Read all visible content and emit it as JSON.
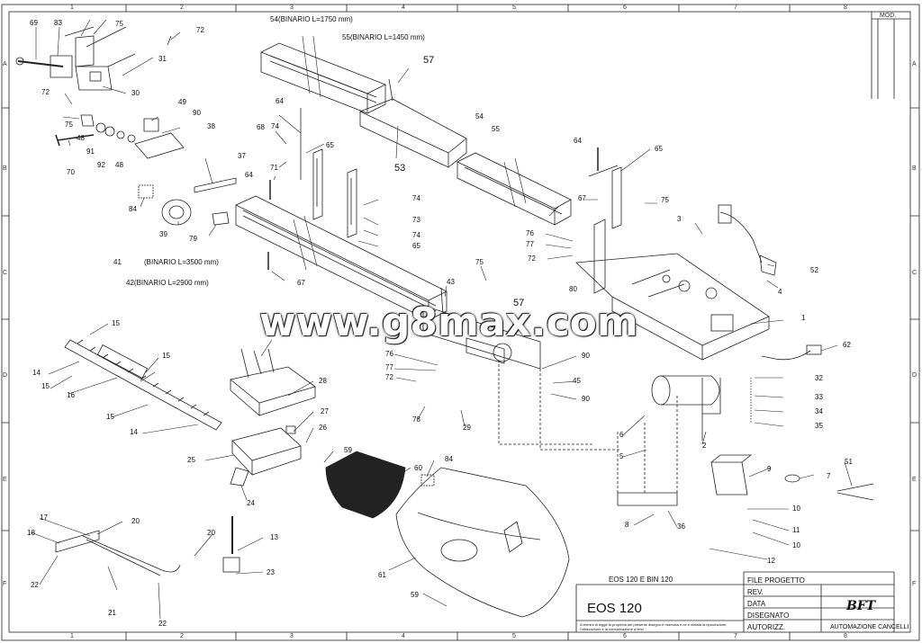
{
  "rulers": {
    "columns": [
      "1",
      "2",
      "3",
      "4",
      "5",
      "6",
      "7",
      "8"
    ],
    "rows": [
      "A",
      "B",
      "C",
      "D",
      "E",
      "F"
    ]
  },
  "mod_label": "MOD.",
  "rail_labels": {
    "binario_1750": "54(BINARIO L=1750 mm)",
    "binario_1450": "55(BINARIO L=1450 mm)",
    "binario_3500": "(BINARIO L=3500 mm)",
    "binario_2900": "42(BINARIO L=2900 mm)"
  },
  "part_numbers": [
    {
      "id": "p69",
      "text": "69"
    },
    {
      "id": "p83",
      "text": "83"
    },
    {
      "id": "p75a",
      "text": "75"
    },
    {
      "id": "p72a",
      "text": "72"
    },
    {
      "id": "p31",
      "text": "31"
    },
    {
      "id": "p72b",
      "text": "72"
    },
    {
      "id": "p30",
      "text": "30"
    },
    {
      "id": "p75b",
      "text": "75"
    },
    {
      "id": "p49",
      "text": "49"
    },
    {
      "id": "p90a",
      "text": "90"
    },
    {
      "id": "p38",
      "text": "38"
    },
    {
      "id": "p48a",
      "text": "48"
    },
    {
      "id": "p91",
      "text": "91"
    },
    {
      "id": "p92",
      "text": "92"
    },
    {
      "id": "p48b",
      "text": "48"
    },
    {
      "id": "p70",
      "text": "70"
    },
    {
      "id": "p37",
      "text": "37"
    },
    {
      "id": "p84a",
      "text": "84"
    },
    {
      "id": "p39",
      "text": "39"
    },
    {
      "id": "p79",
      "text": "79"
    },
    {
      "id": "p41",
      "text": "41"
    },
    {
      "id": "p57a",
      "text": "57"
    },
    {
      "id": "p53",
      "text": "53"
    },
    {
      "id": "p64a",
      "text": "64"
    },
    {
      "id": "p68",
      "text": "68"
    },
    {
      "id": "p74a",
      "text": "74"
    },
    {
      "id": "p71",
      "text": "71"
    },
    {
      "id": "p65a",
      "text": "65"
    },
    {
      "id": "p64b",
      "text": "64"
    },
    {
      "id": "p74b",
      "text": "74"
    },
    {
      "id": "p73",
      "text": "73"
    },
    {
      "id": "p74c",
      "text": "74"
    },
    {
      "id": "p65b",
      "text": "65"
    },
    {
      "id": "p67a",
      "text": "67"
    },
    {
      "id": "p54",
      "text": "54"
    },
    {
      "id": "p55",
      "text": "55"
    },
    {
      "id": "p64c",
      "text": "64"
    },
    {
      "id": "p65c",
      "text": "65"
    },
    {
      "id": "p67b",
      "text": "67"
    },
    {
      "id": "p75c",
      "text": "75"
    },
    {
      "id": "p3",
      "text": "3"
    },
    {
      "id": "p76a",
      "text": "76"
    },
    {
      "id": "p77a",
      "text": "77"
    },
    {
      "id": "p72c",
      "text": "72"
    },
    {
      "id": "p75d",
      "text": "75"
    },
    {
      "id": "p43",
      "text": "43"
    },
    {
      "id": "p57b",
      "text": "57"
    },
    {
      "id": "p80",
      "text": "80"
    },
    {
      "id": "p52",
      "text": "52"
    },
    {
      "id": "p4",
      "text": "4"
    },
    {
      "id": "p1",
      "text": "1"
    },
    {
      "id": "p62",
      "text": "62"
    },
    {
      "id": "p15a",
      "text": "15"
    },
    {
      "id": "p15b",
      "text": "15"
    },
    {
      "id": "p14a",
      "text": "14"
    },
    {
      "id": "p15c",
      "text": "15"
    },
    {
      "id": "p16",
      "text": "16"
    },
    {
      "id": "p15d",
      "text": "15"
    },
    {
      "id": "p14b",
      "text": "14"
    },
    {
      "id": "p28",
      "text": "28"
    },
    {
      "id": "p27",
      "text": "27"
    },
    {
      "id": "p26",
      "text": "26"
    },
    {
      "id": "p25",
      "text": "25"
    },
    {
      "id": "p24",
      "text": "24"
    },
    {
      "id": "p76b",
      "text": "76"
    },
    {
      "id": "p77b",
      "text": "77"
    },
    {
      "id": "p72d",
      "text": "72"
    },
    {
      "id": "p90b",
      "text": "90"
    },
    {
      "id": "p45",
      "text": "45"
    },
    {
      "id": "p90c",
      "text": "90"
    },
    {
      "id": "p78",
      "text": "78"
    },
    {
      "id": "p29",
      "text": "29"
    },
    {
      "id": "p32",
      "text": "32"
    },
    {
      "id": "p33",
      "text": "33"
    },
    {
      "id": "p34",
      "text": "34"
    },
    {
      "id": "p35",
      "text": "35"
    },
    {
      "id": "p6",
      "text": "6"
    },
    {
      "id": "p2",
      "text": "2"
    },
    {
      "id": "p5",
      "text": "5"
    },
    {
      "id": "p9",
      "text": "9"
    },
    {
      "id": "p7",
      "text": "7"
    },
    {
      "id": "p51",
      "text": "51"
    },
    {
      "id": "p8",
      "text": "8"
    },
    {
      "id": "p36",
      "text": "36"
    },
    {
      "id": "p10a",
      "text": "10"
    },
    {
      "id": "p11",
      "text": "11"
    },
    {
      "id": "p10b",
      "text": "10"
    },
    {
      "id": "p12",
      "text": "12"
    },
    {
      "id": "p59a",
      "text": "59"
    },
    {
      "id": "p60",
      "text": "60"
    },
    {
      "id": "p84b",
      "text": "84"
    },
    {
      "id": "p61",
      "text": "61"
    },
    {
      "id": "p59b",
      "text": "59"
    },
    {
      "id": "p17",
      "text": "17"
    },
    {
      "id": "p20a",
      "text": "20"
    },
    {
      "id": "p18",
      "text": "18"
    },
    {
      "id": "p22a",
      "text": "22"
    },
    {
      "id": "p21",
      "text": "21"
    },
    {
      "id": "p22b",
      "text": "22"
    },
    {
      "id": "p20b",
      "text": "20"
    },
    {
      "id": "p13",
      "text": "13"
    },
    {
      "id": "p23",
      "text": "23"
    }
  ],
  "watermark": "www.g8max.com",
  "title_block": {
    "subtitle": "EOS 120 E BIN 120",
    "title": "EOS 120",
    "file_progetto": "FILE PROGETTO",
    "rev": "REV.",
    "data": "DATA",
    "disegnato": "DISEGNATO",
    "autorizz": "AUTORIZZ.",
    "brand": "AUTOMAZIONE CANCELLI",
    "logo_text": "BFT",
    "legal": "A termini di legge la proprietà del presente disegno è riservata e ne è vietata la riproduzione, l'utilizzazione e la comunicazione a terzi"
  }
}
